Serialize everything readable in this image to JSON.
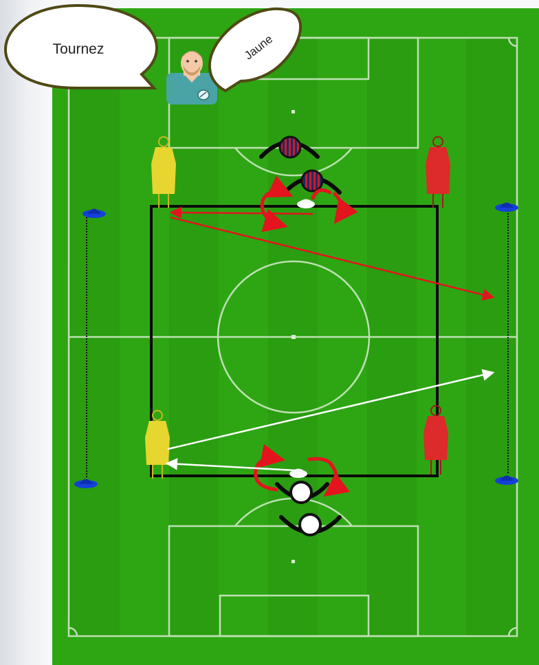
{
  "bubbles": {
    "left_text": "Tournez",
    "right_text": "Jaune"
  },
  "colors": {
    "pitch_light": "#35ad17",
    "pitch_dark": "#289b0f",
    "pitch_line": "#d7ecd0",
    "frame": "#0a0a0a",
    "arrow_red": "#e3141e",
    "arrow_white": "#ffffff",
    "cone_blue": "#1540d8",
    "mannequin_yellow": "#e7d530",
    "mannequin_red": "#dd2a2a",
    "player_red_stripes": "#cc1b24",
    "player_navy_stripes": "#1c2a6b",
    "bubble_border": "#4f4a15"
  },
  "icons": [
    "speech-bubble",
    "referee-avatar",
    "whistle",
    "cone",
    "mannequin",
    "player",
    "ball",
    "turn-arrow"
  ]
}
